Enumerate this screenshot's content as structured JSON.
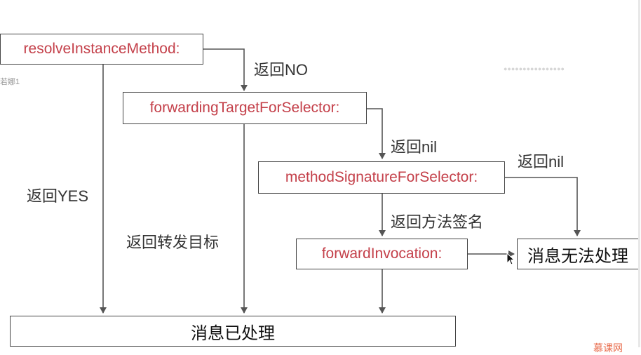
{
  "nodes": {
    "resolve": "resolveInstanceMethod:",
    "forwarding_target": "forwardingTargetForSelector:",
    "method_signature": "methodSignatureForSelector:",
    "forward_invocation": "forwardInvocation:",
    "cannot_handle": "消息无法处理",
    "handled": "消息已处理"
  },
  "edge_labels": {
    "return_no": "返回NO",
    "return_nil_1": "返回nil",
    "return_nil_2": "返回nil",
    "return_yes": "返回YES",
    "return_target": "返回转发目标",
    "return_signature": "返回方法签名"
  },
  "watermarks": {
    "left": "若娜1",
    "logo": "慕课网"
  },
  "colors": {
    "method_text": "#c4404a",
    "result_text": "#111111",
    "line": "#555555"
  }
}
